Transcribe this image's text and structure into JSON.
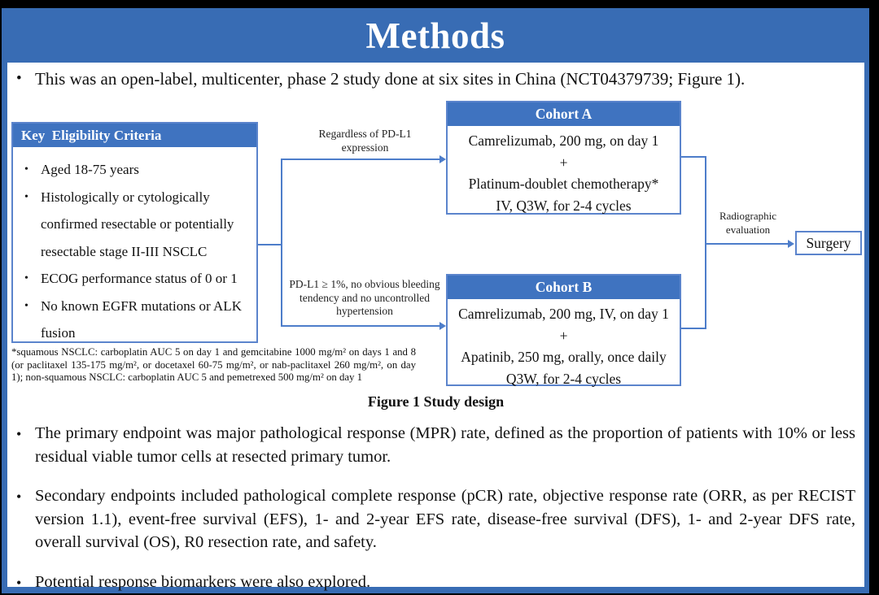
{
  "title": "Methods",
  "intro_bullet": "This was an open-label, multicenter, phase 2 study done at six sites in China (NCT04379739; Figure 1).",
  "diagram": {
    "eligibility": {
      "header": "Key  Eligibility Criteria",
      "items": [
        "Aged 18-75 years",
        "Histologically or cytologically confirmed resectable or potentially resectable stage II-III  NSCLC",
        "ECOG performance status of 0 or 1",
        "No known EGFR mutations or ALK fusion"
      ]
    },
    "branch_a_label": "Regardless  of PD-L1 expression",
    "branch_b_label": "PD-L1 ≥ 1%, no obvious bleeding tendency and no uncontrolled hypertension",
    "cohort_a": {
      "header": "Cohort A",
      "lines": [
        "Camrelizumab, 200 mg, on day 1",
        "+",
        "Platinum-doublet chemotherapy*",
        "IV, Q3W, for 2-4 cycles"
      ]
    },
    "cohort_b": {
      "header": "Cohort B",
      "lines": [
        "Camrelizumab, 200 mg, IV, on day 1",
        "+",
        "Apatinib, 250 mg, orally, once daily",
        "Q3W, for 2-4 cycles"
      ]
    },
    "evaluation_label": "Radiographic evaluation",
    "surgery_label": "Surgery",
    "footnote": "*squamous NSCLC: carboplatin AUC 5 on day 1 and gemcitabine 1000 mg/m² on days 1 and 8 (or paclitaxel 135-175 mg/m², or docetaxel 60-75 mg/m², or nab-paclitaxel 260 mg/m², on day 1); non-squamous NSCLC: carboplatin AUC 5 and pemetrexed 500 mg/m² on day 1",
    "caption": "Figure 1 Study design"
  },
  "bullets": [
    "The primary endpoint was major pathological response (MPR) rate, defined as the proportion of patients with 10% or less residual viable tumor cells at resected primary tumor.",
    "Secondary endpoints included pathological complete response (pCR) rate, objective response rate (ORR, as per RECIST version 1.1), event-free survival (EFS), 1- and 2-year EFS rate, disease-free survival (DFS), 1- and 2-year DFS rate, overall survival (OS), R0 resection rate, and safety.",
    "Potential response biomarkers were also explored."
  ],
  "colors": {
    "bar_blue": "#386cb4",
    "header_blue": "#3f73c0",
    "line_blue": "#4d7dca",
    "background": "#000000",
    "content": "#ffffff"
  }
}
